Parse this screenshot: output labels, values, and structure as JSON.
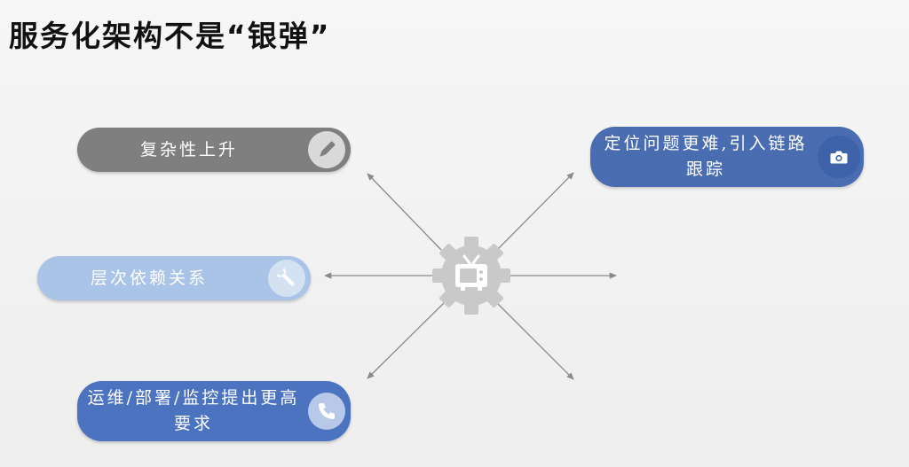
{
  "slide": {
    "title": "服务化架构不是“银弹”"
  },
  "nodes": [
    {
      "id": "complexity",
      "label": "复杂性上升",
      "icon": "pencil-icon",
      "color": "#7f7f7f"
    },
    {
      "id": "dependencies",
      "label": "层次依赖关系",
      "icon": "wrench-icon",
      "color": "#a9c4e6"
    },
    {
      "id": "ops",
      "label": "运维/部署/监控提出更高要求",
      "icon": "phone-icon",
      "color": "#4b73bf"
    },
    {
      "id": "tracing",
      "label": "定位问题更难,引入链路跟踪",
      "icon": "camera-icon",
      "color": "#4a6db1"
    }
  ],
  "center": {
    "icon": "gear-tv-icon",
    "color": "#c8c8c8"
  },
  "colors": {
    "background": "#f0f0f0",
    "arrow": "#8a8a8a",
    "title": "#111111"
  }
}
